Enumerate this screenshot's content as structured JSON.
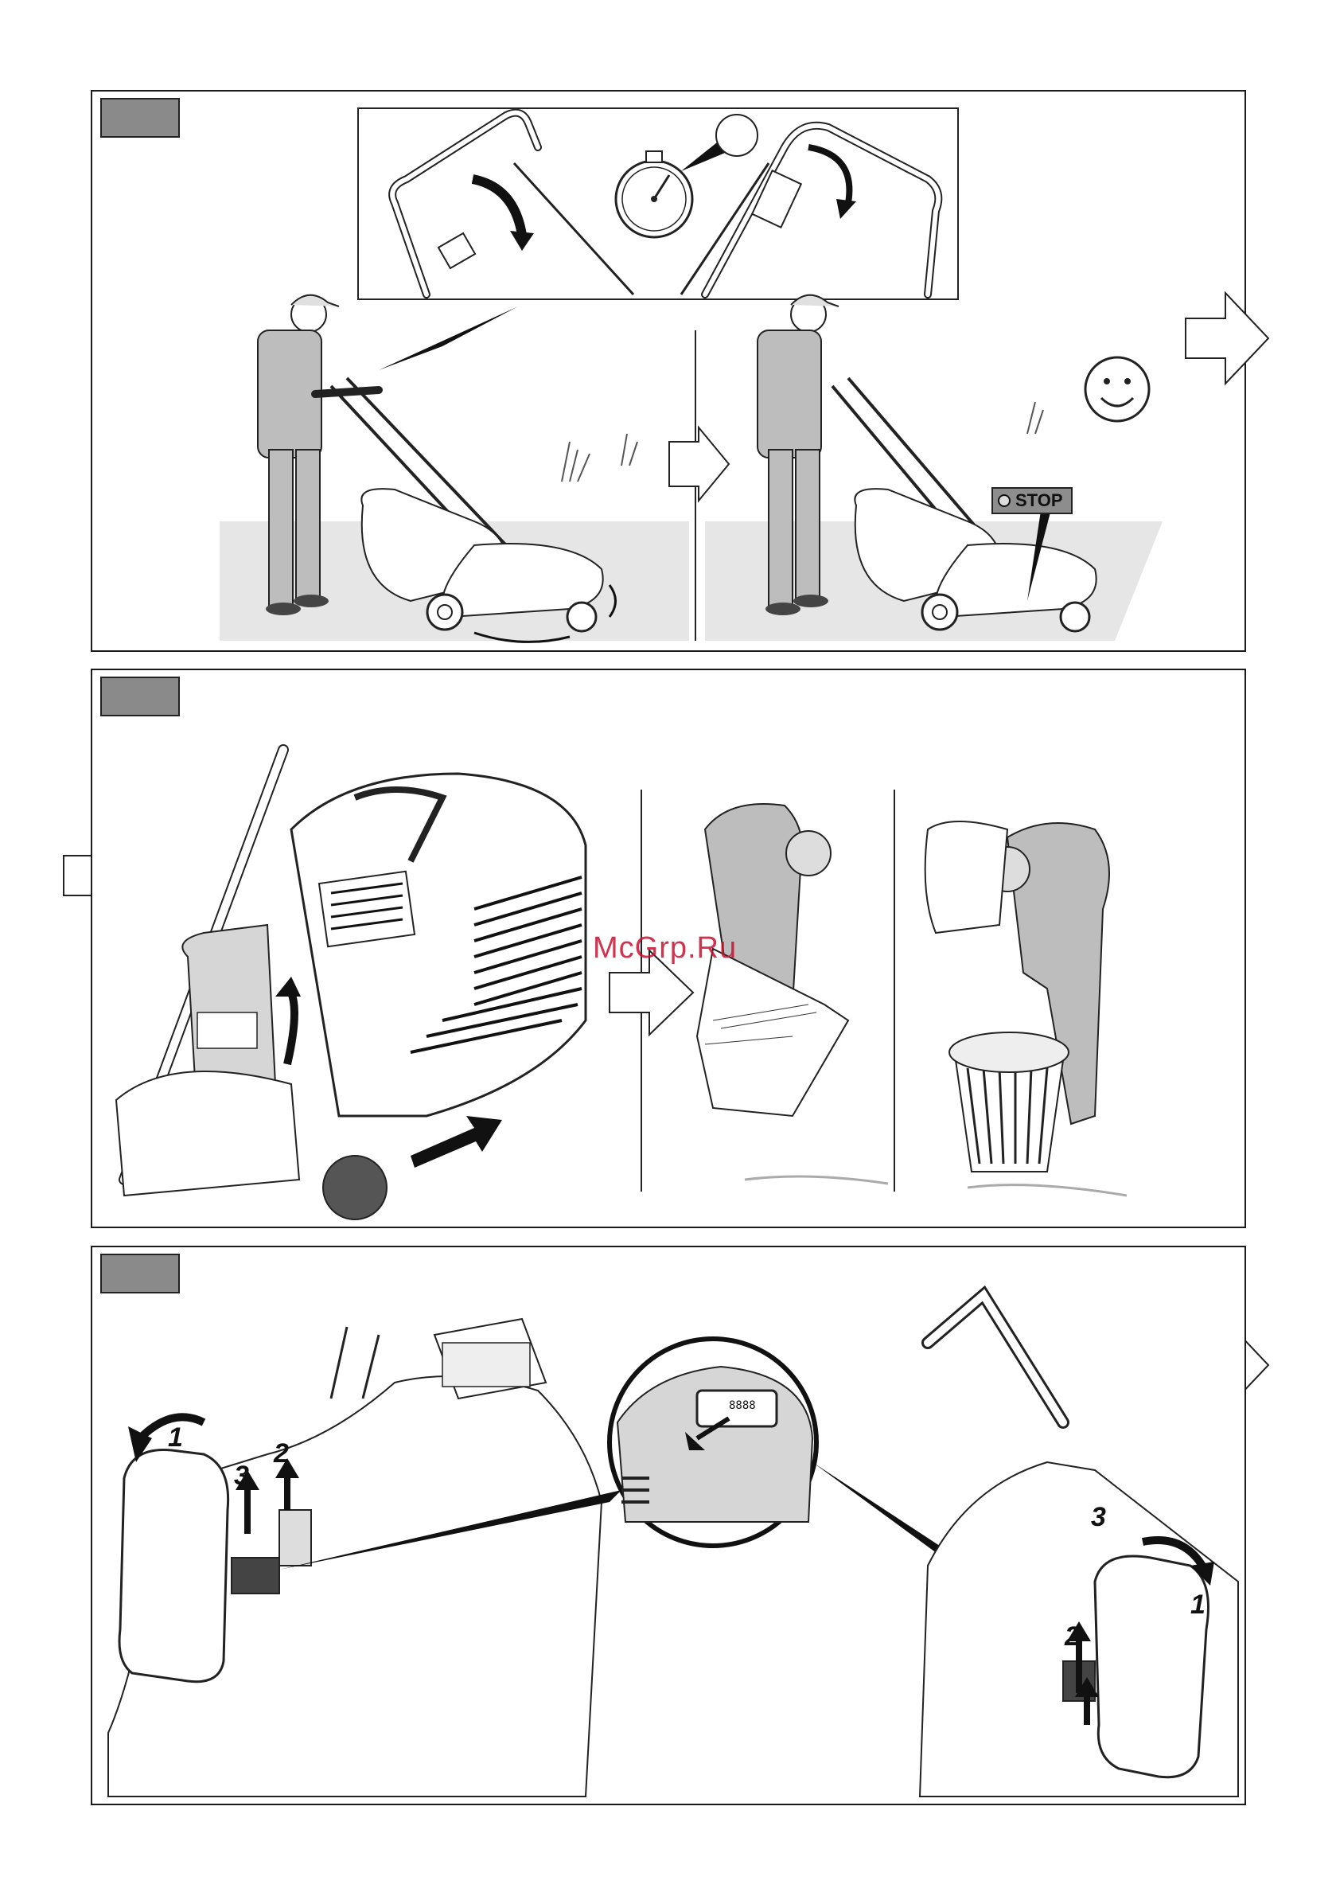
{
  "watermark": "McGrp.Ru",
  "panel1": {
    "stop_label": "STOP"
  },
  "panel3": {
    "steps_left": [
      "1",
      "3",
      "2"
    ],
    "steps_right": [
      "3",
      "2",
      "1"
    ],
    "battery_display": "8888"
  },
  "icons": [
    "smiley-icon",
    "stopwatch-icon",
    "arrow-right-icon"
  ],
  "colors": {
    "shade": "#e6e6e6",
    "tab": "#8a8a8a",
    "watermark": "#c8102e"
  }
}
